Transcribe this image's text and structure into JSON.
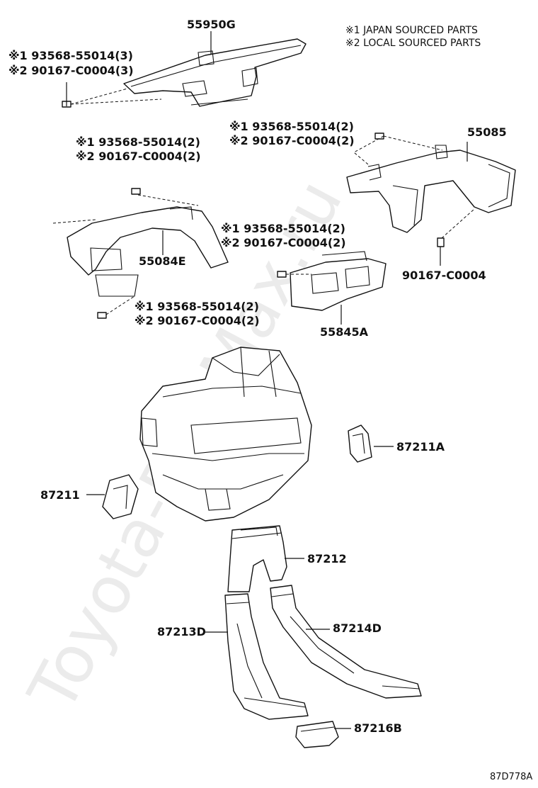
{
  "legend": {
    "line1": "※1 JAPAN SOURCED PARTS",
    "line2": "※2 LOCAL SOURCED PARTS"
  },
  "watermark": "Toyota-PartMax.ru",
  "figure_code": "87D778A",
  "parts": {
    "p55950G": "55950G",
    "p55085": "55085",
    "p55084E": "55084E",
    "p55845A": "55845A",
    "p90167b": "90167-C0004",
    "p87211A": "87211A",
    "p87211": "87211",
    "p87212": "87212",
    "p87213D": "87213D",
    "p87214D": "87214D",
    "p87216B": "87216B"
  },
  "fasteners": {
    "f1a": "※1 93568-55014(3)",
    "f1b": "※2 90167-C0004(3)",
    "f2a": "※1 93568-55014(2)",
    "f2b": "※2 90167-C0004(2)",
    "f3a": "※1 93568-55014(2)",
    "f3b": "※2 90167-C0004(2)",
    "f4a": "※1 93568-55014(2)",
    "f4b": "※2 90167-C0004(2)",
    "f5a": "※1 93568-55014(2)",
    "f5b": "※2 90167-C0004(2)"
  }
}
